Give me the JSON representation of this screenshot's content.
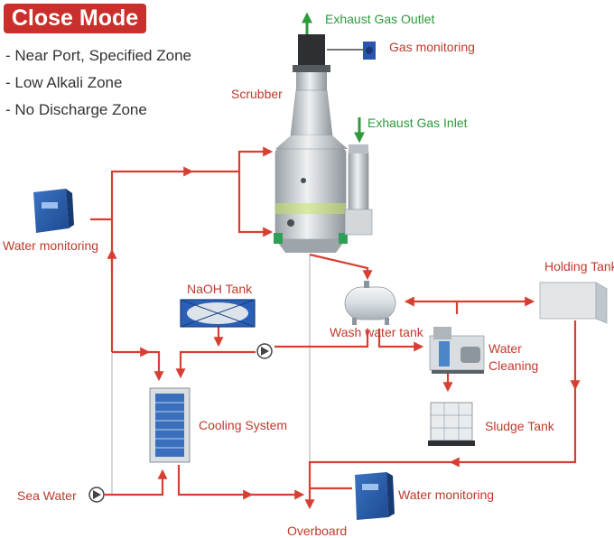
{
  "title": "Close Mode",
  "zones": [
    "- Near Port, Specified Zone",
    "- Low Alkali Zone",
    "- No Discharge Zone"
  ],
  "labels": {
    "exhaust_outlet": "Exhaust Gas Outlet",
    "gas_monitoring": "Gas monitoring",
    "scrubber": "Scrubber",
    "exhaust_inlet": "Exhaust Gas Inlet",
    "water_monitoring_left": "Water monitoring",
    "naoh_tank": "NaOH Tank",
    "holding_tank": "Holding Tank",
    "wash_water_tank": "Wash water tank",
    "water_cleaning_1": "Water",
    "water_cleaning_2": "Cleaning",
    "cooling_system": "Cooling System",
    "sludge_tank": "Sludge Tank",
    "sea_water": "Sea Water",
    "water_monitoring_bottom": "Water monitoring",
    "overboard": "Overboard"
  },
  "colors": {
    "flow": "#d64032",
    "exhaust": "#2e9a3a",
    "badge": "#c9302c"
  }
}
